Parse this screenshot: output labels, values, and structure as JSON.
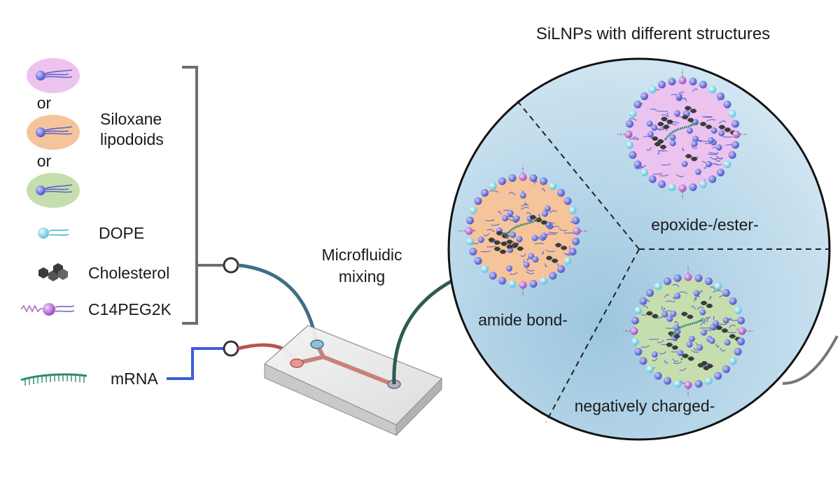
{
  "title": "SiLNPs with different structures",
  "legend": {
    "or_1": "or",
    "or_2": "or",
    "siloxane": [
      "Siloxane",
      "lipodoids"
    ],
    "dope": "DOPE",
    "cholesterol": "Cholesterol",
    "peg": "C14PEG2K",
    "mrna": "mRNA"
  },
  "mixing": [
    "Microfluidic",
    "mixing"
  ],
  "structures": {
    "amide": "amide bond-",
    "epoxide": "epoxide-/ester-",
    "negative": "negatively charged-"
  },
  "colors": {
    "siloxane_pink": "#ecc3ef",
    "siloxane_orange": "#f6c49b",
    "siloxane_green": "#c6deae",
    "dope_head": "#8fd5e8",
    "headgroup": "#6b73d9",
    "peg": "#b06cc4",
    "mrna": "#2e8a6e",
    "blue_tube": "#3d6f86",
    "red_tube": "#b8544f",
    "green_tube": "#2d5c55",
    "mrna_line": "#3a5fd8",
    "circle_fill": "#bcd9ea"
  }
}
